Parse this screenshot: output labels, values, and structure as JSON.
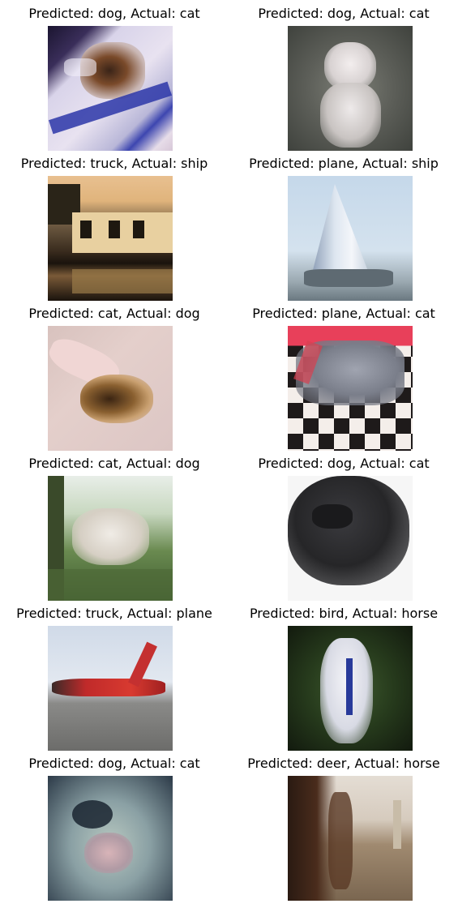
{
  "grid": [
    {
      "predicted": "dog",
      "actual": "cat",
      "title": "Predicted: dog, Actual: cat",
      "image": "blurry tabby cat lying on blue-striped blanket"
    },
    {
      "predicted": "dog",
      "actual": "cat",
      "title": "Predicted: dog, Actual: cat",
      "image": "white cat sitting on grey background"
    },
    {
      "predicted": "truck",
      "actual": "ship",
      "title": "Predicted: truck, Actual: ship",
      "image": "boat cabin reflected in dark water"
    },
    {
      "predicted": "plane",
      "actual": "ship",
      "title": "Predicted: plane, Actual: ship",
      "image": "white sailboat with large sail"
    },
    {
      "predicted": "cat",
      "actual": "dog",
      "title": "Predicted: cat, Actual: dog",
      "image": "hand holding small brown dog"
    },
    {
      "predicted": "plane",
      "actual": "cat",
      "title": "Predicted: plane, Actual: cat",
      "image": "grey cat on checkered floor with red background"
    },
    {
      "predicted": "cat",
      "actual": "dog",
      "title": "Predicted: cat, Actual: dog",
      "image": "white dog on grass"
    },
    {
      "predicted": "dog",
      "actual": "cat",
      "title": "Predicted: dog, Actual: cat",
      "image": "black cat on white background"
    },
    {
      "predicted": "truck",
      "actual": "plane",
      "title": "Predicted: truck, Actual: plane",
      "image": "red and white airplane on runway"
    },
    {
      "predicted": "bird",
      "actual": "horse",
      "title": "Predicted: bird, Actual: horse",
      "image": "white horse head with blue bridle"
    },
    {
      "predicted": "dog",
      "actual": "cat",
      "title": "Predicted: dog, Actual: cat",
      "image": "close-up grey cat face"
    },
    {
      "predicted": "deer",
      "actual": "horse",
      "title": "Predicted: deer, Actual: horse",
      "image": "dark brown horse with person in field"
    }
  ]
}
